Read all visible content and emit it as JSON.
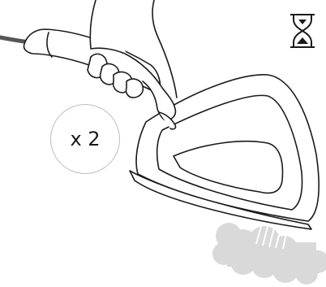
{
  "badge": {
    "text": "x 2"
  },
  "icons": [
    "hourglass-icon",
    "steam-iron-illustration",
    "hand-illustration",
    "steam-cloud-illustration"
  ],
  "colors": {
    "line": "#1a1a1a",
    "steam": "#d9d9d9",
    "cord": "#555555",
    "badge_border": "#bdbdbd"
  }
}
